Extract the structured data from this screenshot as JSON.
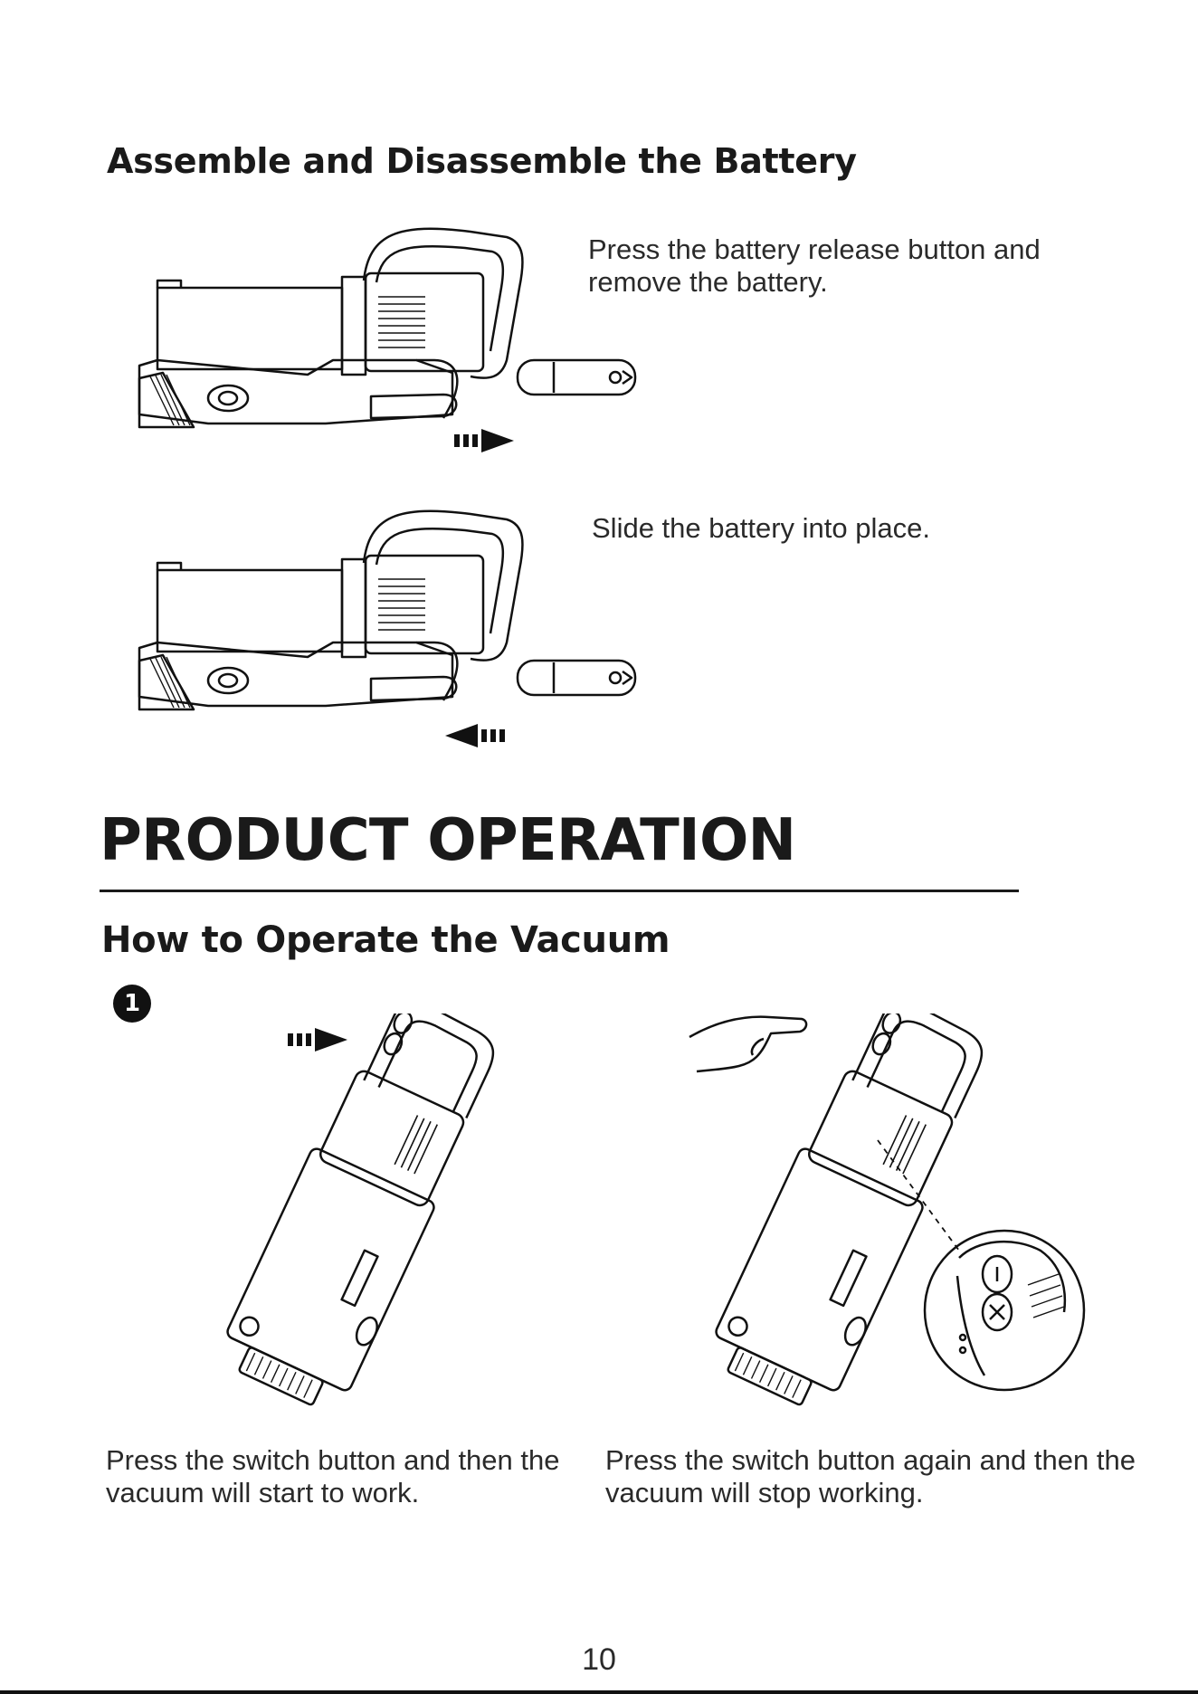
{
  "section_battery": {
    "title": "Assemble and Disassemble the Battery",
    "remove_instruction": "Press the battery release button and remove the battery.",
    "insert_instruction": "Slide the battery into place."
  },
  "chapter": {
    "title": "PRODUCT OPERATION"
  },
  "section_operate": {
    "title": "How to Operate the Vacuum",
    "step_number": "1",
    "start_instruction": "Press the switch button and then the vacuum will start to work.",
    "stop_instruction": "Press the switch button again and then the vacuum will stop working."
  },
  "footer": {
    "page_number": "10"
  }
}
